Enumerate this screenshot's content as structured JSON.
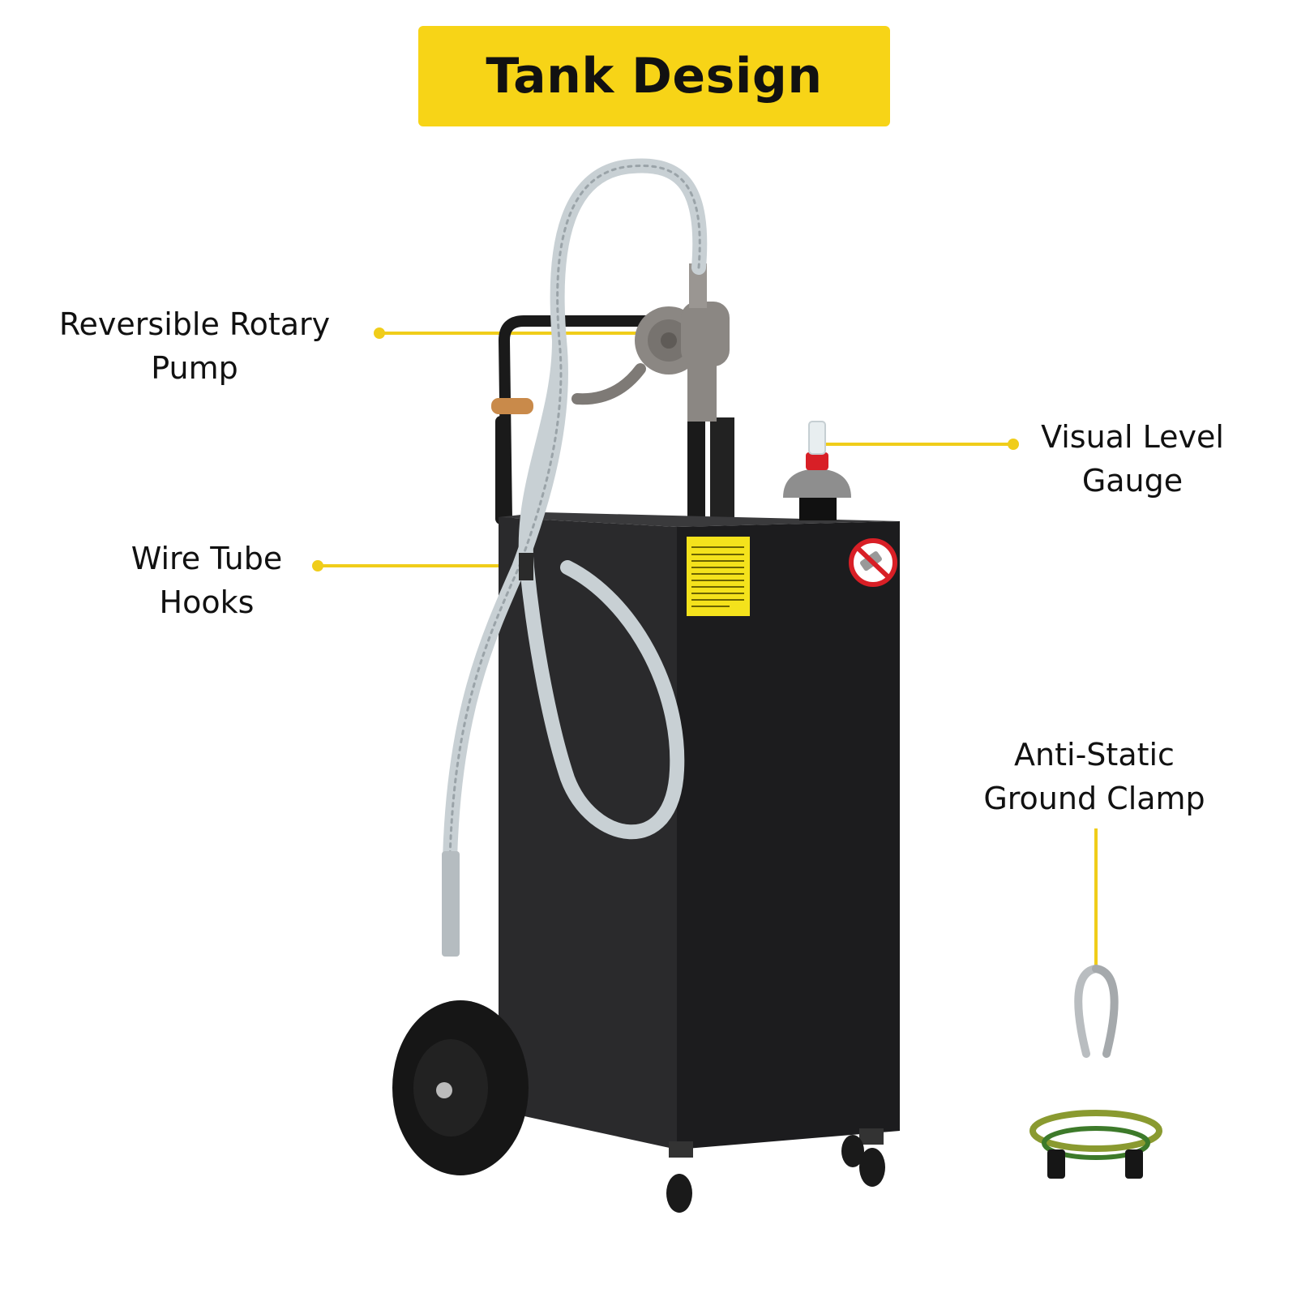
{
  "banner": {
    "title": "Tank Design"
  },
  "callouts": {
    "pump": {
      "line1": "Reversible Rotary",
      "line2": "Pump"
    },
    "gauge": {
      "line1": "Visual Level",
      "line2": "Gauge"
    },
    "hooks": {
      "line1": "Wire Tube",
      "line2": "Hooks"
    },
    "clamp": {
      "line1": "Anti-Static",
      "line2": "Ground Clamp"
    }
  },
  "colors": {
    "accent": "#f7d417",
    "tank": "#1c1c1e",
    "text": "#111111"
  },
  "icons": {
    "label": "warning-label-icon",
    "sign": "no-smoking-sign-icon"
  }
}
